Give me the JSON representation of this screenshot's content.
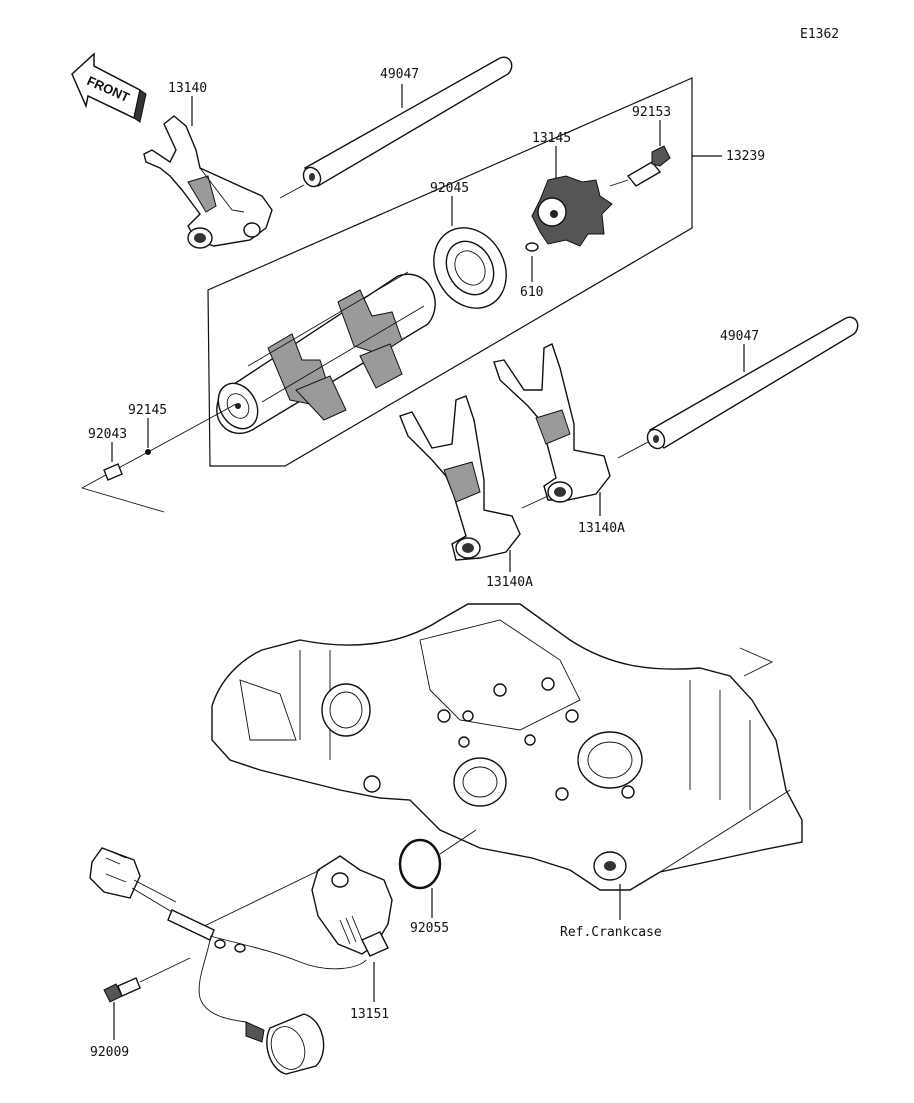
{
  "diagram_id": "E1362",
  "front_arrow": {
    "label": "FRONT",
    "icon": "front-arrow-icon"
  },
  "labels": {
    "fork_13140": "13140",
    "shaft_upper": "49047",
    "shaft_lower": "49047",
    "bolt_92153": "92153",
    "assy_13239": "13239",
    "plate_13145": "13145",
    "bearing_92045": "92045",
    "pin_610": "610",
    "spring_92145": "92145",
    "pin_92043": "92043",
    "fork_13140a_right": "13140A",
    "fork_13140a_left": "13140A",
    "oring_92055": "92055",
    "crankcase_ref": "Ref.Crankcase",
    "sensor_13151": "13151",
    "bolt_92009": "92009"
  }
}
